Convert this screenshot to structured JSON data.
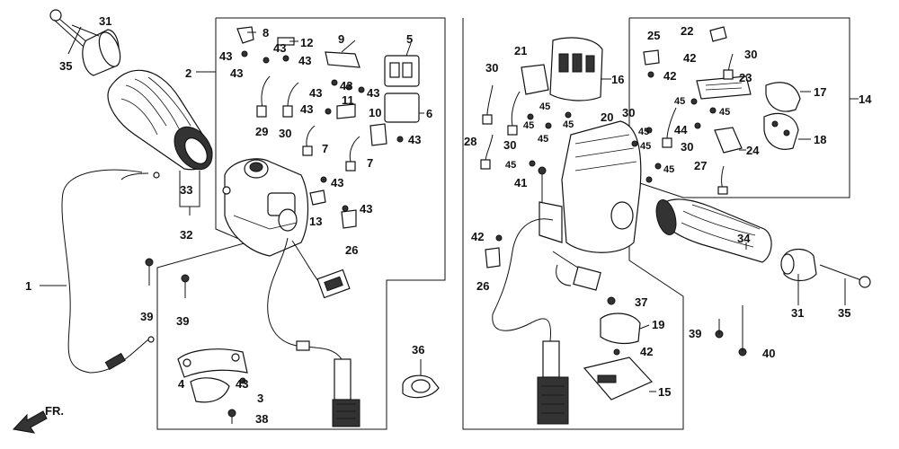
{
  "diagram": {
    "labels": [
      {
        "id": "1",
        "text": "1"
      },
      {
        "id": "2",
        "text": "2"
      },
      {
        "id": "3",
        "text": "3"
      },
      {
        "id": "4",
        "text": "4"
      },
      {
        "id": "5",
        "text": "5"
      },
      {
        "id": "6",
        "text": "6"
      },
      {
        "id": "7a",
        "text": "7"
      },
      {
        "id": "7b",
        "text": "7"
      },
      {
        "id": "8",
        "text": "8"
      },
      {
        "id": "9",
        "text": "9"
      },
      {
        "id": "10",
        "text": "10"
      },
      {
        "id": "11",
        "text": "11"
      },
      {
        "id": "12",
        "text": "12"
      },
      {
        "id": "13",
        "text": "13"
      },
      {
        "id": "14",
        "text": "14"
      },
      {
        "id": "15",
        "text": "15"
      },
      {
        "id": "16",
        "text": "16"
      },
      {
        "id": "17",
        "text": "17"
      },
      {
        "id": "18",
        "text": "18"
      },
      {
        "id": "19",
        "text": "19"
      },
      {
        "id": "20",
        "text": "20"
      },
      {
        "id": "21",
        "text": "21"
      },
      {
        "id": "22",
        "text": "22"
      },
      {
        "id": "23",
        "text": "23"
      },
      {
        "id": "24",
        "text": "24"
      },
      {
        "id": "25",
        "text": "25"
      },
      {
        "id": "26a",
        "text": "26"
      },
      {
        "id": "26b",
        "text": "26"
      },
      {
        "id": "27",
        "text": "27"
      },
      {
        "id": "28",
        "text": "28"
      },
      {
        "id": "29",
        "text": "29"
      },
      {
        "id": "30a",
        "text": "30"
      },
      {
        "id": "30b",
        "text": "30"
      },
      {
        "id": "30c",
        "text": "30"
      },
      {
        "id": "30d",
        "text": "30"
      },
      {
        "id": "30e",
        "text": "30"
      },
      {
        "id": "30f",
        "text": "30"
      },
      {
        "id": "31a",
        "text": "31"
      },
      {
        "id": "31b",
        "text": "31"
      },
      {
        "id": "32",
        "text": "32"
      },
      {
        "id": "33",
        "text": "33"
      },
      {
        "id": "34",
        "text": "34"
      },
      {
        "id": "35a",
        "text": "35"
      },
      {
        "id": "35b",
        "text": "35"
      },
      {
        "id": "36",
        "text": "36"
      },
      {
        "id": "37",
        "text": "37"
      },
      {
        "id": "38",
        "text": "38"
      },
      {
        "id": "39a",
        "text": "39"
      },
      {
        "id": "39b",
        "text": "39"
      },
      {
        "id": "39c",
        "text": "39"
      },
      {
        "id": "40",
        "text": "40"
      },
      {
        "id": "41",
        "text": "41"
      },
      {
        "id": "42a",
        "text": "42"
      },
      {
        "id": "42b",
        "text": "42"
      },
      {
        "id": "42c",
        "text": "42"
      },
      {
        "id": "42d",
        "text": "42"
      },
      {
        "id": "43a",
        "text": "43"
      },
      {
        "id": "43b",
        "text": "43"
      },
      {
        "id": "43c",
        "text": "43"
      },
      {
        "id": "43d",
        "text": "43"
      },
      {
        "id": "43e",
        "text": "43"
      },
      {
        "id": "43f",
        "text": "43"
      },
      {
        "id": "43g",
        "text": "43"
      },
      {
        "id": "43h",
        "text": "43"
      },
      {
        "id": "43i",
        "text": "43"
      },
      {
        "id": "43j",
        "text": "43"
      },
      {
        "id": "43k",
        "text": "43"
      },
      {
        "id": "43l",
        "text": "43"
      },
      {
        "id": "44",
        "text": "44"
      },
      {
        "id": "45a",
        "text": "45"
      },
      {
        "id": "45b",
        "text": "45"
      },
      {
        "id": "45c",
        "text": "45"
      },
      {
        "id": "45d",
        "text": "45"
      },
      {
        "id": "45e",
        "text": "45"
      },
      {
        "id": "45f",
        "text": "45"
      },
      {
        "id": "45g",
        "text": "45"
      },
      {
        "id": "45h",
        "text": "45"
      },
      {
        "id": "45i",
        "text": "45"
      },
      {
        "id": "45j",
        "text": "45"
      }
    ],
    "direction_label": "FR."
  }
}
